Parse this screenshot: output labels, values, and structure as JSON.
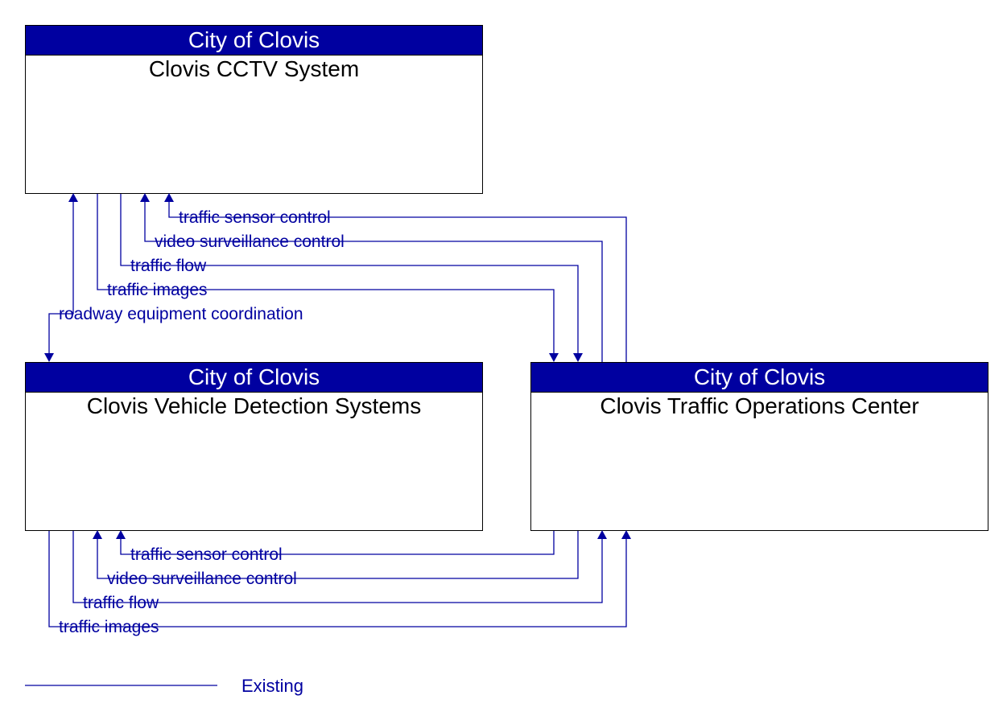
{
  "boxes": {
    "cctv": {
      "owner": "City of Clovis",
      "name": "Clovis CCTV System"
    },
    "vds": {
      "owner": "City of Clovis",
      "name": "Clovis Vehicle Detection Systems"
    },
    "toc": {
      "owner": "City of Clovis",
      "name": "Clovis Traffic Operations Center"
    }
  },
  "flows": {
    "toc_to_cctv_sensor": "traffic sensor control",
    "toc_to_cctv_video": "video surveillance control",
    "cctv_to_toc_flow": "traffic flow",
    "cctv_to_toc_images": "traffic images",
    "cctv_vds_coordination": "roadway equipment coordination",
    "toc_to_vds_sensor": "traffic sensor control",
    "toc_to_vds_video": "video surveillance control",
    "vds_to_toc_flow": "traffic flow",
    "vds_to_toc_images": "traffic images"
  },
  "legend": {
    "existing_label": "Existing"
  },
  "colors": {
    "header_bg": "#0000a0",
    "flow_line": "#0000a0",
    "box_border": "#000000"
  }
}
